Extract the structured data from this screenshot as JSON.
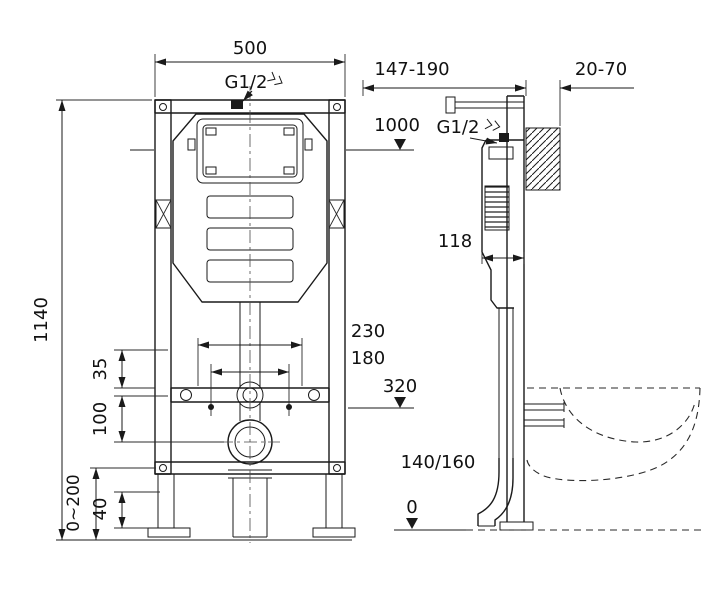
{
  "drawing": {
    "front": {
      "dim_width": "500",
      "inlet_label": "G1/2",
      "dim_height": "1140",
      "level_button": "1000",
      "dim_bolts_outer": "230",
      "dim_bolts_inner": "180",
      "dim_35": "35",
      "dim_100": "100",
      "level_outlet": "320",
      "dim_adjust": "0~200",
      "dim_40": "40"
    },
    "side": {
      "dim_depth": "147-190",
      "dim_wall": "20-70",
      "inlet_label": "G1/2",
      "dim_cistern_depth": "118",
      "dim_outlet_pipe": "140/160",
      "level_floor": "0"
    },
    "colors": {
      "line": "#1a1a1a",
      "background": "#ffffff"
    }
  }
}
